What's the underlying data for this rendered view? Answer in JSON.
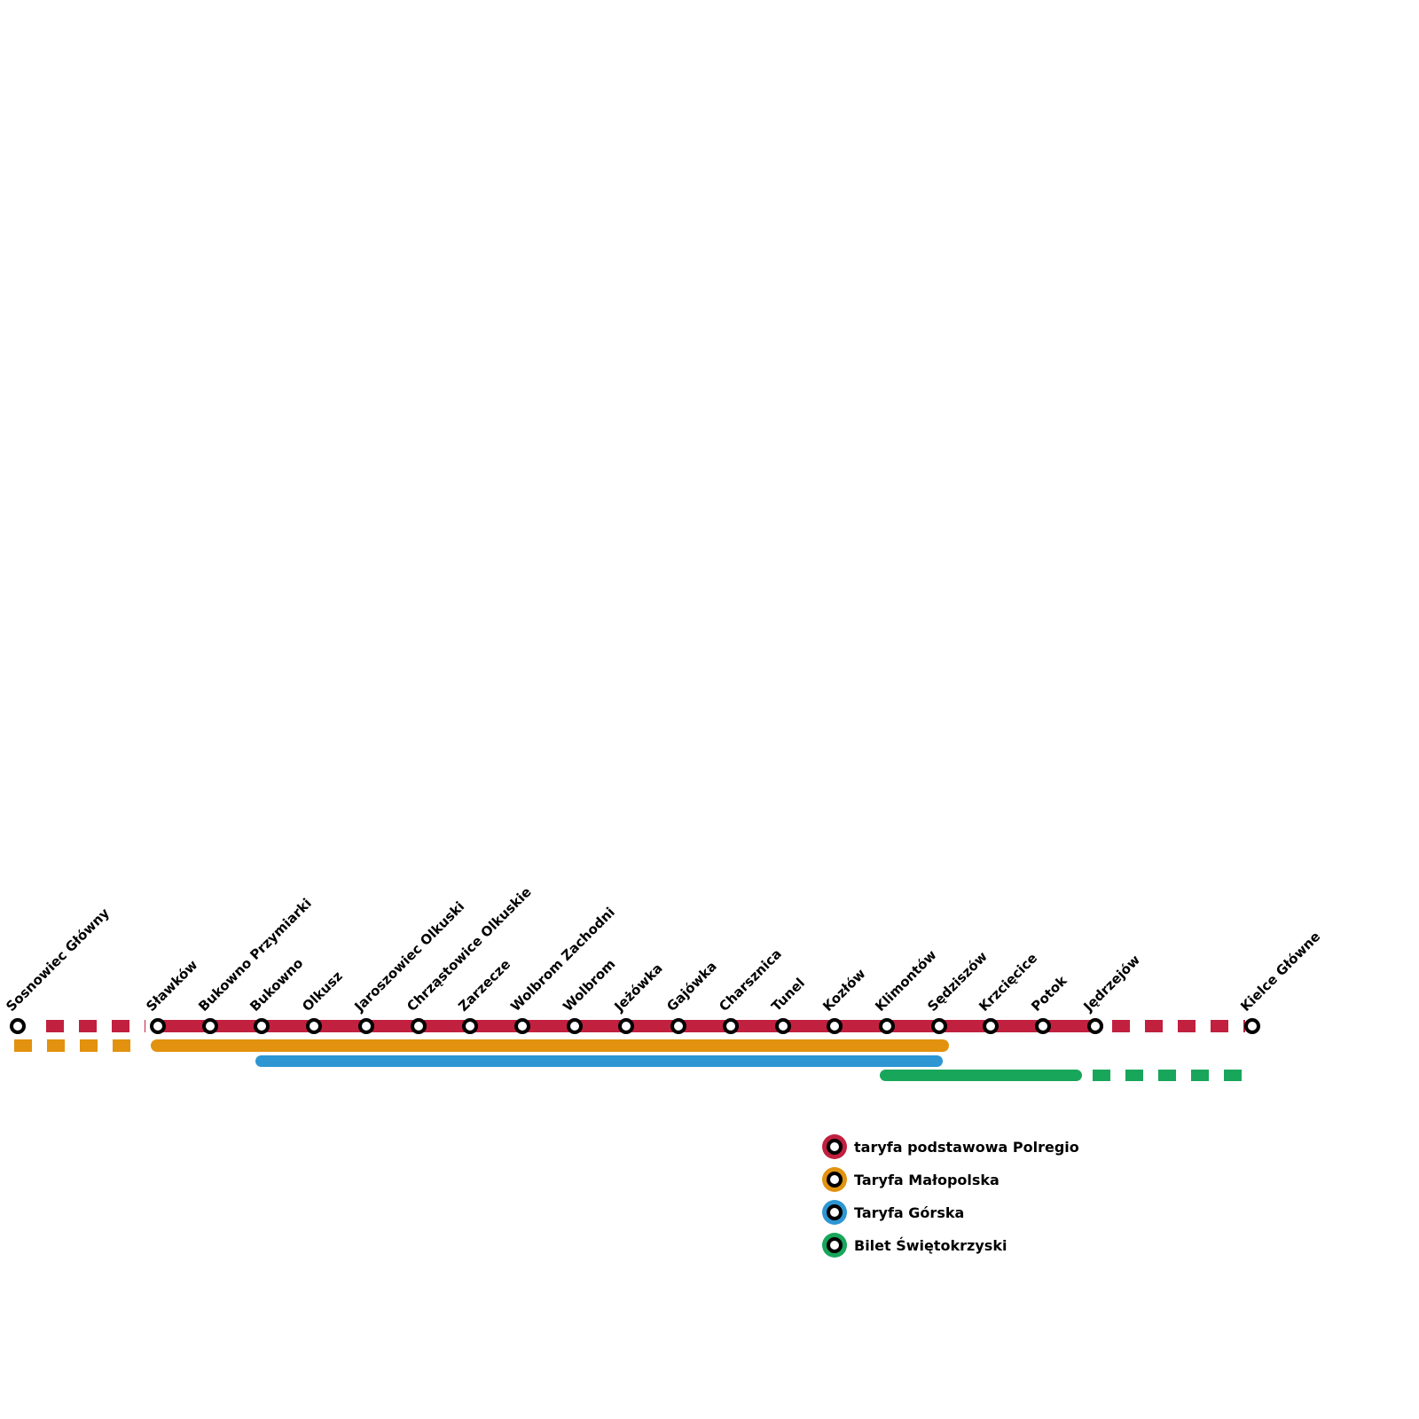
{
  "diagram": {
    "stations": [
      {
        "name": "Sosnowiec Główny"
      },
      {
        "name": "Sławków"
      },
      {
        "name": "Bukowno Przymiarki"
      },
      {
        "name": "Bukowno"
      },
      {
        "name": "Olkusz"
      },
      {
        "name": "Jaroszowiec Olkuski"
      },
      {
        "name": "Chrząstowice Olkuskie"
      },
      {
        "name": "Zarzecze"
      },
      {
        "name": "Wolbrom Zachodni"
      },
      {
        "name": "Wolbrom"
      },
      {
        "name": "Jeżówka"
      },
      {
        "name": "Gajówka"
      },
      {
        "name": "Charsznica"
      },
      {
        "name": "Tunel"
      },
      {
        "name": "Kozłów"
      },
      {
        "name": "Klimontów"
      },
      {
        "name": "Sędziszów"
      },
      {
        "name": "Krzcięcice"
      },
      {
        "name": "Potok"
      },
      {
        "name": "Jędrzejów"
      },
      {
        "name": "Kielce Główne"
      }
    ],
    "lines": [
      {
        "id": "polregio",
        "label": "taryfa podstawowa Polregio",
        "color": "#c2203f",
        "solid": [
          "Sławków",
          "Jędrzejów"
        ],
        "dashed": [
          [
            "Sosnowiec Główny",
            "Sławków"
          ],
          [
            "Jędrzejów",
            "Kielce Główne"
          ]
        ]
      },
      {
        "id": "malopolska",
        "label": "Taryfa Małopolska",
        "color": "#e2920e",
        "solid": [
          "Sławków",
          "Sędziszów"
        ],
        "dashed": [
          [
            "Sosnowiec Główny",
            "Sławków"
          ]
        ]
      },
      {
        "id": "gorska",
        "label": "Taryfa Górska",
        "color": "#2d96d3",
        "solid": [
          "Bukowno",
          "Sędziszów"
        ],
        "dashed": []
      },
      {
        "id": "swietokrzyski",
        "label": "Bilet Świętokrzyski",
        "color": "#18a65b",
        "solid": [
          "Klimontów",
          "Jędrzejów"
        ],
        "dashed": [
          [
            "Jędrzejów",
            "Kielce Główne"
          ]
        ]
      }
    ]
  }
}
